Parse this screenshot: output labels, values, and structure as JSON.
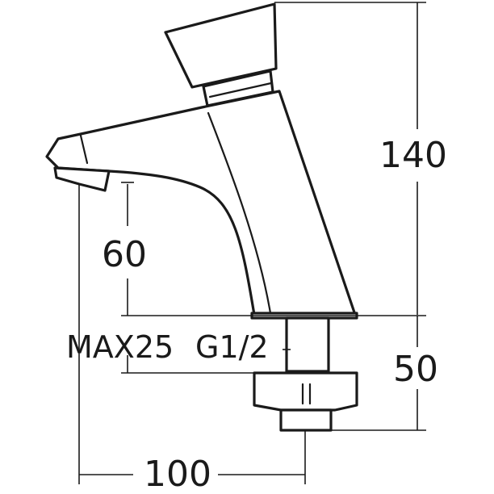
{
  "dimensions": {
    "overall_height": "140",
    "spout_height": "60",
    "thread": "G1/2",
    "max_deck_thickness": "MAX25",
    "shank_length": "50",
    "projection": "100"
  }
}
